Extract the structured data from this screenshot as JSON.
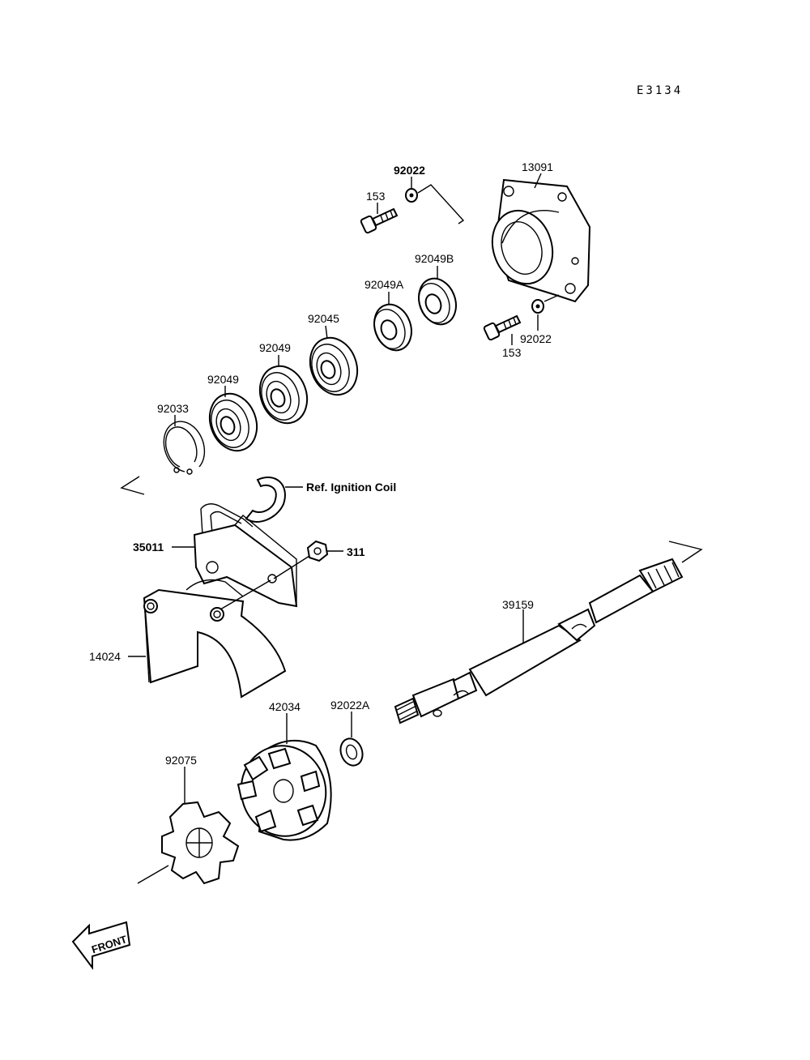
{
  "diagram_code": "E3134",
  "labels": {
    "p13091": "13091",
    "p92022_top": "92022",
    "p153_top": "153",
    "p92049B": "92049B",
    "p92049A": "92049A",
    "p92045": "92045",
    "p92049_a": "92049",
    "p92049_b": "92049",
    "p92033": "92033",
    "p92022_right": "92022",
    "p153_right": "153",
    "ref_ignition": "Ref. Ignition Coil",
    "p35011": "35011",
    "p311": "311",
    "p14024": "14024",
    "p39159": "39159",
    "p42034": "42034",
    "p92022A": "92022A",
    "p92075": "92075"
  },
  "front_marker": "FRONT"
}
